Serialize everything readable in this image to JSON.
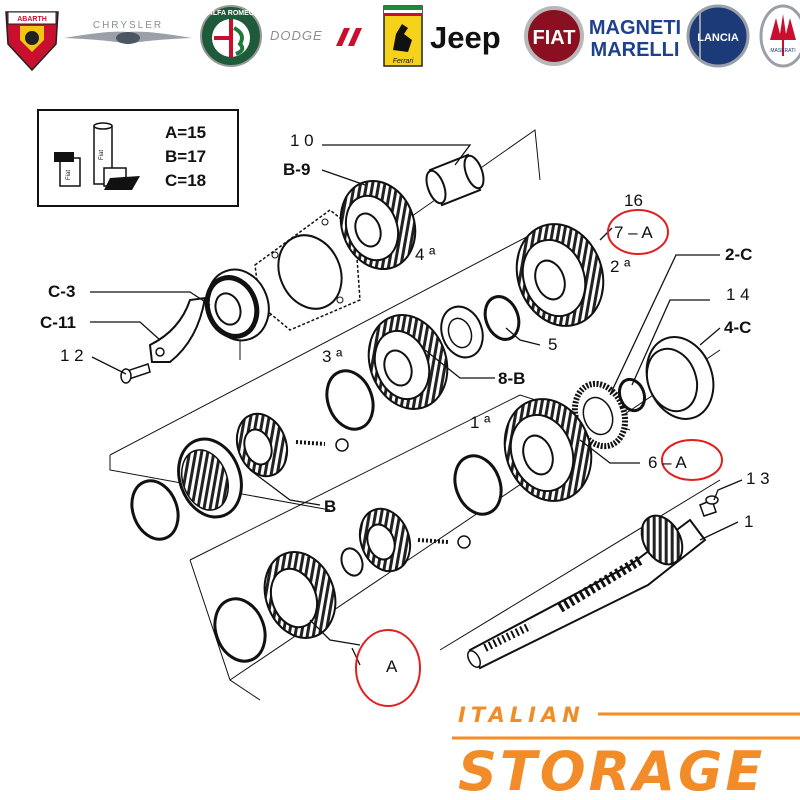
{
  "brands": {
    "abarth": "ABARTH",
    "chrysler": "CHRYSLER",
    "alfa": "ALFA ROMEO",
    "dodge": "DODGE",
    "ferrari": "Ferrari",
    "jeep": "Jeep",
    "fiat": "FIAT",
    "magneti_line1": "MAGNETI",
    "magneti_line2": "MARELLI",
    "lancia": "LANCIA",
    "maserati": "MASERATI"
  },
  "legend": {
    "a": "A=15",
    "b": "B=17",
    "c": "C=18",
    "box_label_1": "Fiat",
    "box_label_2": "Fiat",
    "box_label_3": "Fiat"
  },
  "callouts": {
    "l10": "1 0",
    "lB9": "B-9",
    "l4a": "4 ª",
    "l16": "16",
    "l7A": "7 – A",
    "l2a": "2 ª",
    "l2C": "2-C",
    "lC3": "C-3",
    "lC11": "C-11",
    "l12": "1 2",
    "l3a": "3 ª",
    "l5": "5",
    "l14": "1 4",
    "l4C": "4-C",
    "l8B": "8-B",
    "l1a": "1 ª",
    "l6A": "6 – A",
    "l13": "1 3",
    "l1": "1",
    "lB": "B",
    "lA": "A"
  },
  "footer": {
    "line1": "ITALIAN",
    "line2": "STORAGE"
  },
  "colors": {
    "accent": "#f28c28",
    "highlight": "#e02020",
    "ink": "#111111"
  }
}
